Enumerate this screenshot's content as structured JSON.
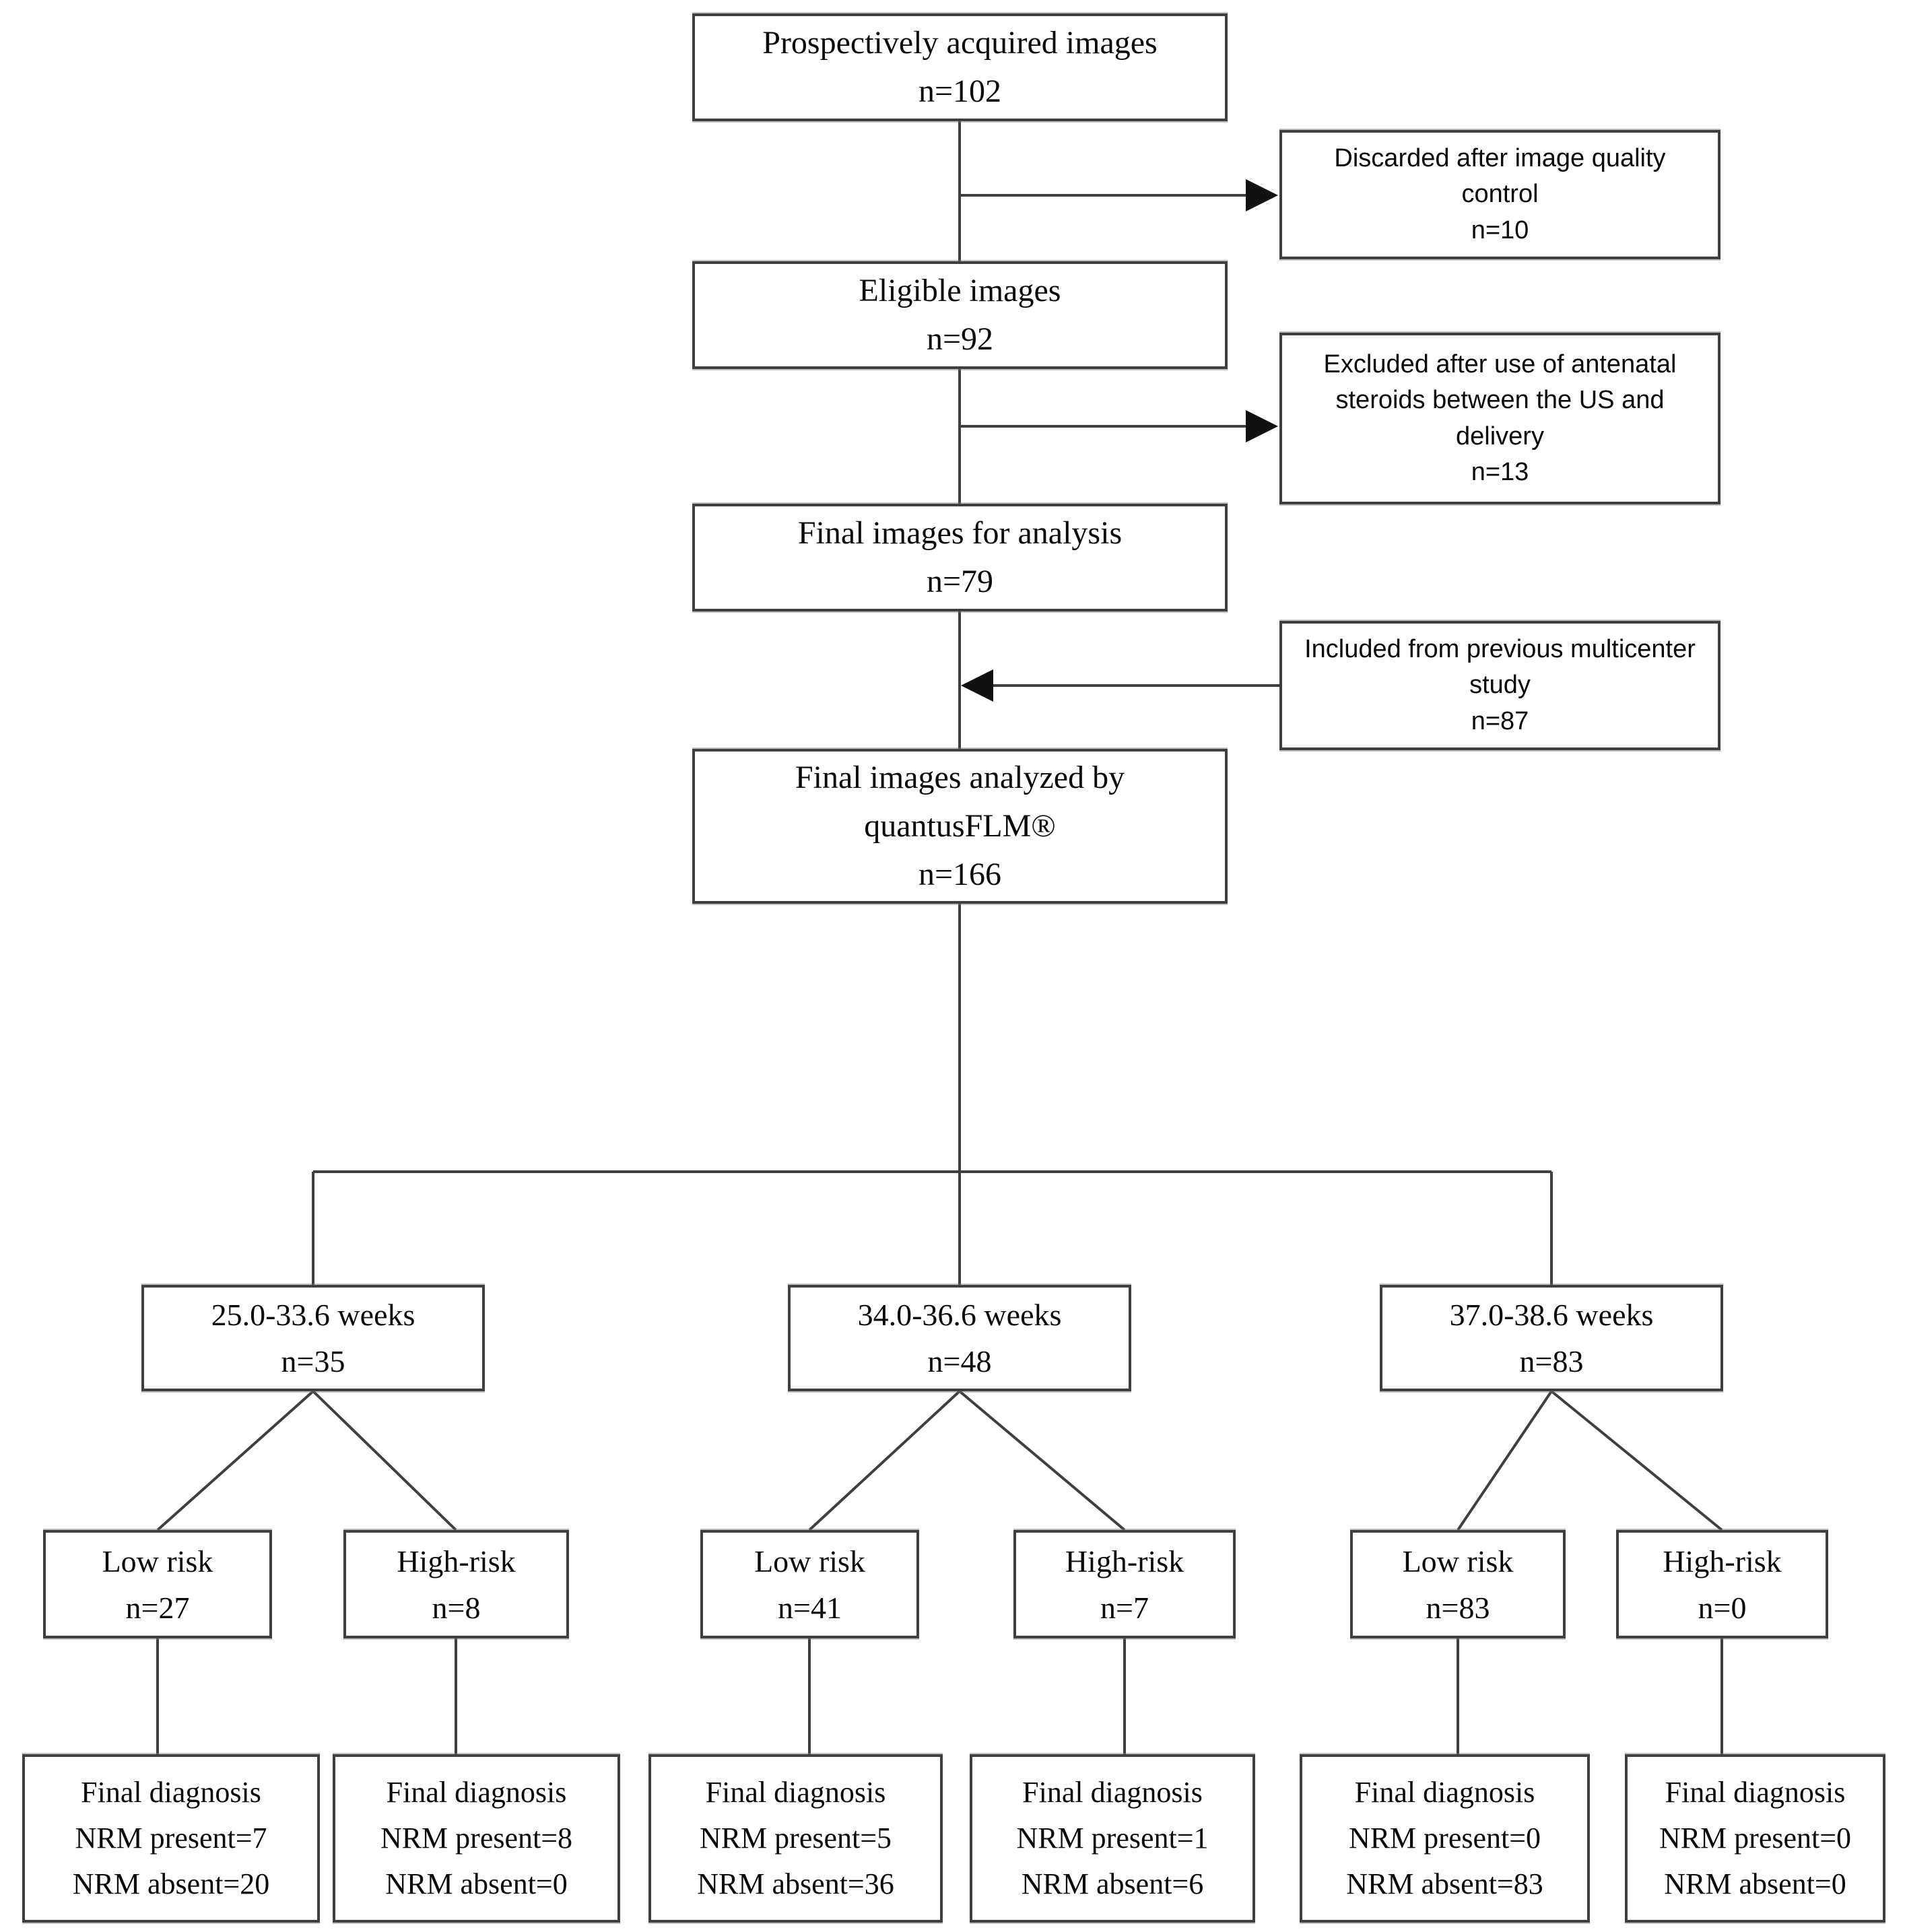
{
  "colors": {
    "line": "#3f3f3f",
    "arrow": "#111111",
    "text": "#0a0a0a",
    "background": "#ffffff"
  },
  "flow": {
    "main": [
      {
        "label": "Prospectively acquired images",
        "count": "n=102"
      },
      {
        "label": "Eligible images",
        "count": "n=92"
      },
      {
        "label": "Final images for analysis",
        "count": "n=79"
      }
    ],
    "analyzed": {
      "line1": "Final images analyzed by",
      "line2": "quantusFLM®",
      "count": "n=166"
    },
    "side": [
      {
        "text": "Discarded after image quality control",
        "count": "n=10"
      },
      {
        "text": "Excluded after use of antenatal steroids between the US and delivery",
        "count": "n=13"
      },
      {
        "text": "Included from previous multicenter study",
        "count": "n=87"
      }
    ],
    "branches": [
      {
        "range": "25.0-33.6 weeks",
        "count": "n=35",
        "low": {
          "label": "Low risk",
          "count": "n=27",
          "diagnosis": {
            "title": "Final diagnosis",
            "present": "NRM present=7",
            "absent": "NRM absent=20"
          }
        },
        "high": {
          "label": "High-risk",
          "count": "n=8",
          "diagnosis": {
            "title": "Final diagnosis",
            "present": "NRM present=8",
            "absent": "NRM absent=0"
          }
        }
      },
      {
        "range": "34.0-36.6 weeks",
        "count": "n=48",
        "low": {
          "label": "Low risk",
          "count": "n=41",
          "diagnosis": {
            "title": "Final diagnosis",
            "present": "NRM present=5",
            "absent": "NRM absent=36"
          }
        },
        "high": {
          "label": "High-risk",
          "count": "n=7",
          "diagnosis": {
            "title": "Final diagnosis",
            "present": "NRM present=1",
            "absent": "NRM absent=6"
          }
        }
      },
      {
        "range": "37.0-38.6 weeks",
        "count": "n=83",
        "low": {
          "label": "Low risk",
          "count": "n=83",
          "diagnosis": {
            "title": "Final diagnosis",
            "present": "NRM present=0",
            "absent": "NRM absent=83"
          }
        },
        "high": {
          "label": "High-risk",
          "count": "n=0",
          "diagnosis": {
            "title": "Final diagnosis",
            "present": "NRM present=0",
            "absent": "NRM absent=0"
          }
        }
      }
    ]
  }
}
